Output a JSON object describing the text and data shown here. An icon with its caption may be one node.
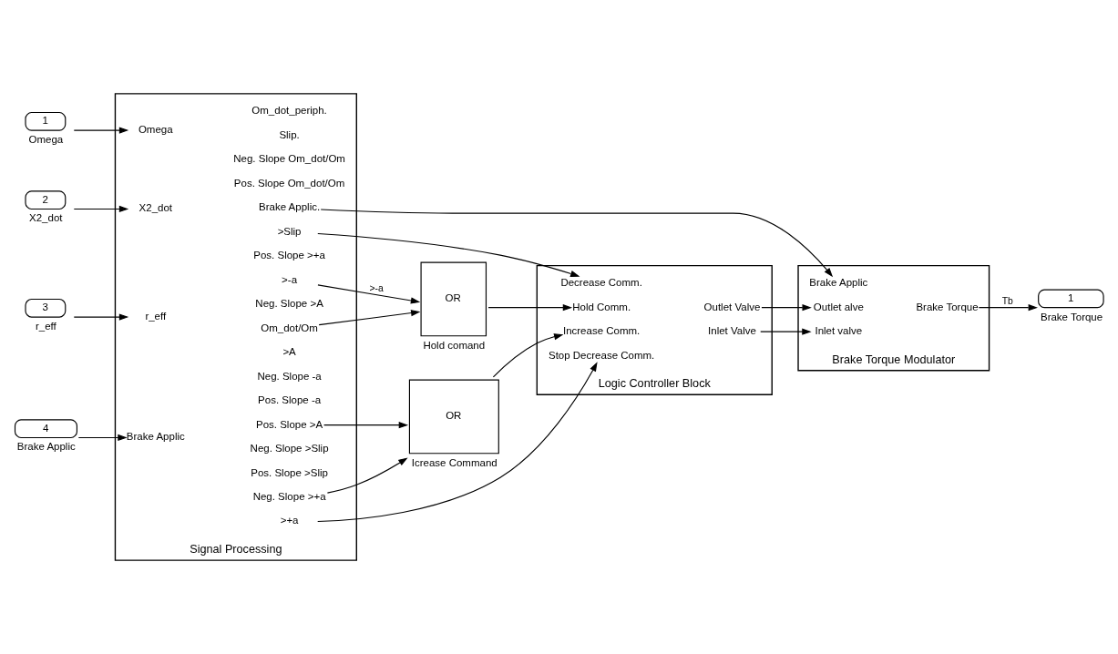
{
  "diagram": {
    "nodes": [
      {
        "text": [
          "1",
          "Omega"
        ]
      },
      {
        "text": [
          "2",
          "X2_dot"
        ]
      },
      {
        "text": [
          "3",
          "r_eff"
        ]
      },
      {
        "text": [
          "4",
          "Brake Applic"
        ]
      },
      {
        "text": [
          "Signal Processing"
        ]
      },
      {
        "text": [
          "Omega"
        ],
        "in": 4
      },
      {
        "text": [
          "X2_dot"
        ],
        "in": 4
      },
      {
        "text": [
          "r_eff"
        ],
        "in": 4
      },
      {
        "text": [
          "Brake Applic"
        ],
        "in": 4
      },
      {
        "text": [
          "Brake Applic."
        ],
        "in": 4
      },
      {
        "text": [
          ">Slip"
        ],
        "in": 4
      },
      {
        "text": [
          "Pos. Slope >Slip"
        ],
        "in": 4
      },
      {
        "text": [
          "Neg. Slope >Slip"
        ],
        "in": 4
      },
      {
        "text": [
          ">-a"
        ],
        "in": 4
      },
      {
        "text": [
          "Pos. Slope -a"
        ],
        "in": 4
      },
      {
        "text": [
          "Neg. Slope -a"
        ],
        "in": 4
      },
      {
        "text": [
          ">A"
        ],
        "in": 4
      },
      {
        "text": [
          "Pos. Slope >A"
        ],
        "in": 4
      },
      {
        "text": [
          "Neg. Slope >A"
        ],
        "in": 4
      },
      {
        "text": [
          ">+a"
        ],
        "in": 4
      },
      {
        "text": [
          "Pos. Slope >+a"
        ],
        "in": 4
      },
      {
        "text": [
          "Neg. Slope >+a"
        ],
        "in": 4
      },
      {
        "text": [
          "Om_dot/Om"
        ],
        "in": 4
      },
      {
        "text": [
          "Pos. Slope Om_dot/Om"
        ],
        "in": 4
      },
      {
        "text": [
          "Neg. Slope Om_dot/Om"
        ],
        "in": 4
      },
      {
        "text": [
          "Slip."
        ],
        "in": 4
      },
      {
        "text": [
          "Om_dot_periph."
        ],
        "in": 4
      },
      {
        "text": [
          "OR",
          "Hold comand"
        ]
      },
      {
        "text": [
          "OR",
          "Icrease Command"
        ]
      },
      {
        "text": [
          "Logic Controller Block"
        ]
      },
      {
        "text": [
          "Decrease Comm."
        ],
        "in": 29
      },
      {
        "text": [
          "Hold Comm."
        ],
        "in": 29
      },
      {
        "text": [
          "Increase Comm."
        ],
        "in": 29
      },
      {
        "text": [
          "Stop Decrease Comm."
        ],
        "in": 29
      },
      {
        "text": [
          "Outlet Valve"
        ],
        "in": 29
      },
      {
        "text": [
          "Inlet Valve"
        ],
        "in": 29
      },
      {
        "text": [
          "Brake Torque Modulator"
        ]
      },
      {
        "text": [
          "Brake Applic"
        ],
        "in": 36
      },
      {
        "text": [
          "Outlet alve"
        ],
        "in": 36
      },
      {
        "text": [
          "Inlet valve"
        ],
        "in": 36
      },
      {
        "text": [
          "Brake Torque"
        ],
        "in": 36
      },
      {
        "text": [
          "1",
          "Brake Torque"
        ]
      }
    ],
    "edges": [
      {
        "from": 0,
        "to": 5,
        "arrow": "to"
      },
      {
        "from": 1,
        "to": 6,
        "arrow": "to"
      },
      {
        "from": 2,
        "to": 7,
        "arrow": "to"
      },
      {
        "from": 3,
        "to": 8,
        "arrow": "to"
      },
      {
        "from": 9,
        "to": 37,
        "arrow": "to"
      },
      {
        "from": 10,
        "to": 30,
        "arrow": "to"
      },
      {
        "from": 13,
        "to": 27,
        "arrow": "to",
        "label": ">-a"
      },
      {
        "from": 22,
        "to": 27,
        "arrow": "to"
      },
      {
        "from": 27,
        "to": 31,
        "arrow": "to"
      },
      {
        "from": 17,
        "to": 28,
        "arrow": "to"
      },
      {
        "from": 21,
        "to": 28,
        "arrow": "to"
      },
      {
        "from": 28,
        "to": 32,
        "arrow": "to"
      },
      {
        "from": 19,
        "to": 33,
        "arrow": "to"
      },
      {
        "from": 34,
        "to": 38,
        "arrow": "to"
      },
      {
        "from": 35,
        "to": 39,
        "arrow": "to"
      },
      {
        "from": 40,
        "to": 41,
        "arrow": "to",
        "label": "Tb"
      }
    ]
  }
}
